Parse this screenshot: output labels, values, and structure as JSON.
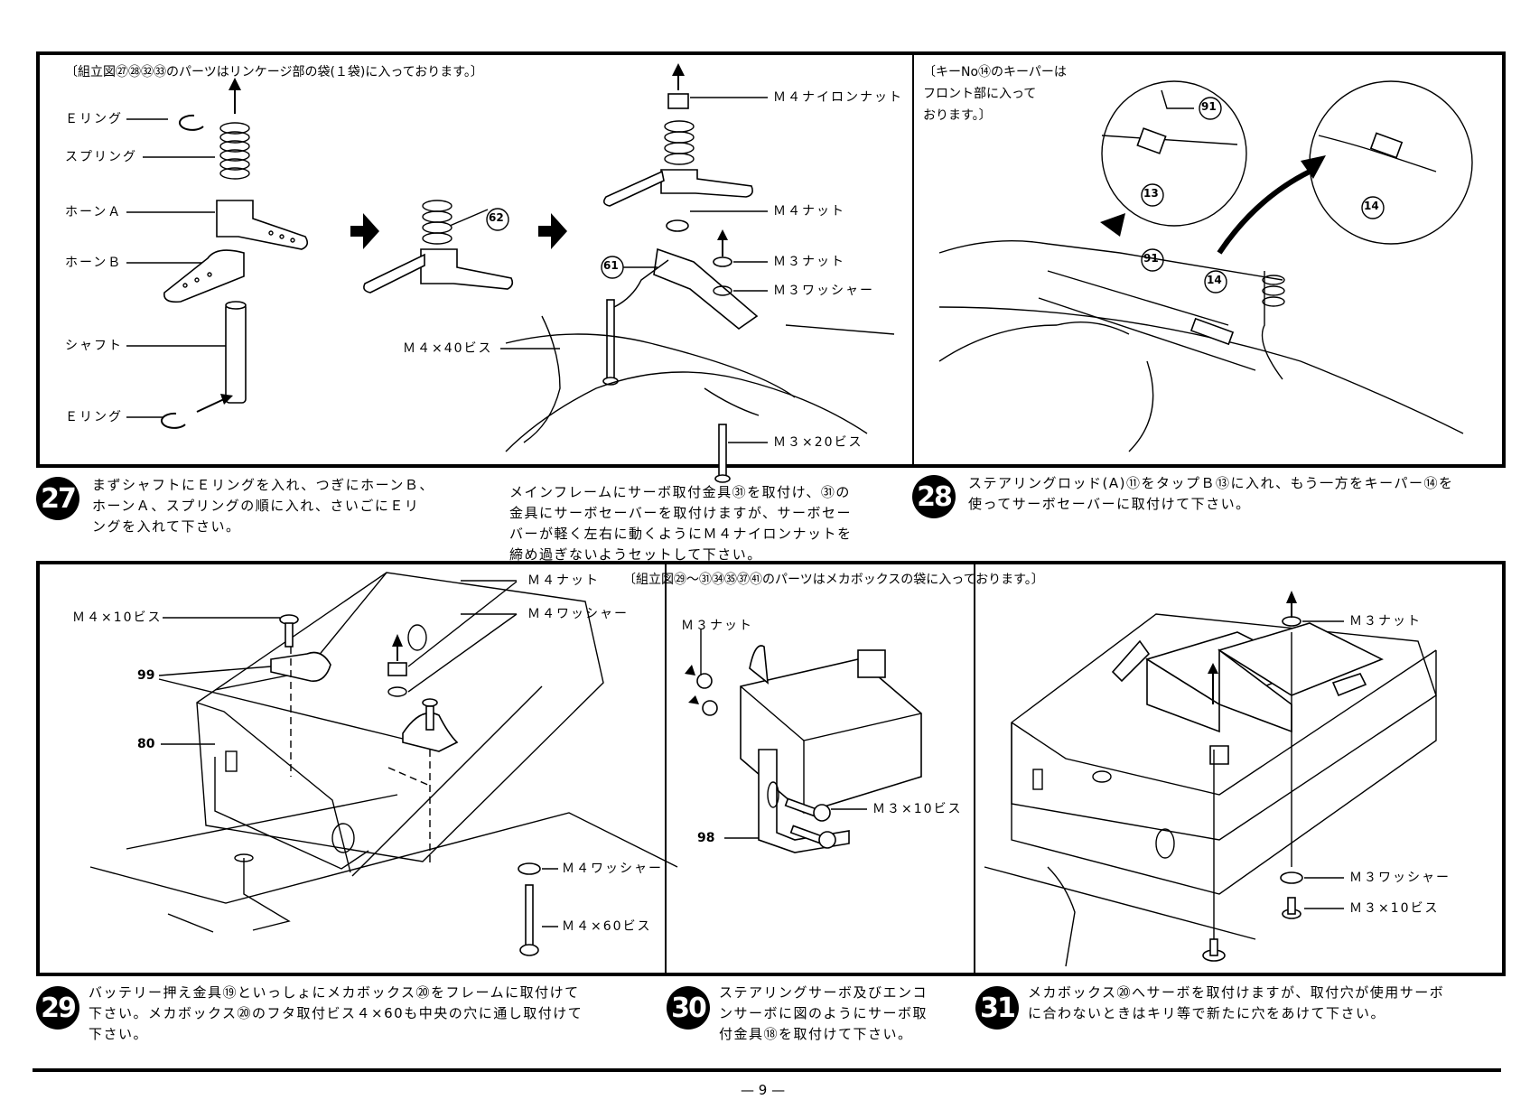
{
  "top_panel": {
    "left_note": "〔組立図㉗㉘㉜㉝のパーツはリンケージ部の袋(１袋)に入っております。〕",
    "right_note_lines": [
      "〔キーNo⑭のキーパーは",
      "フロント部に入って",
      "おります。〕"
    ],
    "labels": {
      "e_ring_top": "Ｅリング",
      "spring": "スプリング",
      "horn_a": "ホーンＡ",
      "horn_b": "ホーンＢ",
      "shaft": "シャフト",
      "e_ring_bottom": "Ｅリング",
      "m4_nylon_nut": "Ｍ４ナイロンナット",
      "m4_nut": "Ｍ４ナット",
      "m3_nut": "Ｍ３ナット",
      "m3_washer": "Ｍ３ワッシャー",
      "m4x40": "Ｍ４×40ビス",
      "m3x20": "Ｍ３×20ビス",
      "p62": "62",
      "p61": "61",
      "p91a": "91",
      "p13": "13",
      "p14a": "14",
      "p91b": "91",
      "p14b": "14"
    }
  },
  "steps_top": [
    {
      "number": "27",
      "lines": [
        "まずシャフトにＥリングを入れ、つぎにホーンＢ、",
        "ホーンＡ、スプリングの順に入れ、さいごにＥリ",
        "ングを入れて下さい。"
      ]
    },
    {
      "number": "",
      "lines": [
        "メインフレームにサーボ取付金具㉛を取付け、㉛の",
        "金具にサーボセーバーを取付けますが、サーボセー",
        "バーが軽く左右に動くようにＭ４ナイロンナットを",
        "締め過ぎないようセットして下さい。"
      ]
    },
    {
      "number": "28",
      "lines": [
        "ステアリングロッド(A)⑪をタップＢ⑬に入れ、もう一方をキーパー⑭を",
        "使ってサーボセーバーに取付けて下さい。"
      ]
    }
  ],
  "bottom_panel": {
    "note": "〔組立図㉙〜㉛㉞㉟㊲㊶のパーツはメカボックスの袋に入っております。〕",
    "labels": {
      "m4x10": "Ｍ４×10ビス",
      "m4_nut": "Ｍ４ナット",
      "m4_washer_top": "Ｍ４ワッシャー",
      "p99": "99",
      "p80": "80",
      "m4_washer_bottom": "Ｍ４ワッシャー",
      "m4x60": "Ｍ４×60ビス",
      "m3_nut_mid": "Ｍ３ナット",
      "m3x10_mid": "Ｍ３×10ビス",
      "p98": "98",
      "m3_nut_right": "Ｍ３ナット",
      "m3_washer_right": "Ｍ３ワッシャー",
      "m3x10_right": "Ｍ３×10ビス"
    }
  },
  "steps_bottom": [
    {
      "number": "29",
      "lines": [
        "バッテリー押え金具⑲といっしょにメカボックス⑳をフレームに取付けて",
        "下さい。メカボックス⑳のフタ取付ビス４×60も中央の穴に通し取付けて",
        "下さい。"
      ]
    },
    {
      "number": "30",
      "lines": [
        "ステアリングサーボ及びエンコ",
        "ンサーボに図のようにサーボ取",
        "付金具⑱を取付けて下さい。"
      ]
    },
    {
      "number": "31",
      "lines": [
        "メカボックス⑳へサーボを取付けますが、取付穴が使用サーボ",
        "に合わないときはキリ等で新たに穴をあけて下さい。"
      ]
    }
  ],
  "page_number": "— 9 —"
}
